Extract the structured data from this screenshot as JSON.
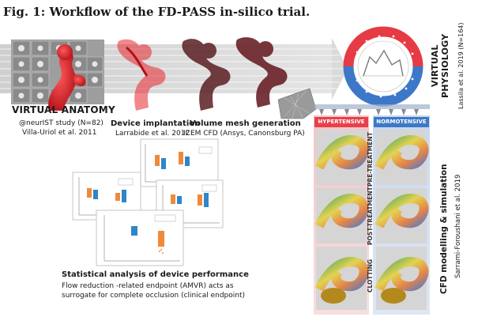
{
  "figure": {
    "title": "Fig. 1: Workflow of the FD-PASS in-silico trial."
  },
  "anatomy": {
    "heading": "VIRTUAL ANATOMY",
    "source": "@neurIST study (N=82)",
    "ref": "Villa-Uriol et al. 2011"
  },
  "implant": {
    "heading": "Device implantation",
    "ref": "Larrabide et al. 2012"
  },
  "mesh": {
    "heading": "Volume mesh generation",
    "ref": "ICEM CFD (Ansys, Canonsburg PA)"
  },
  "physiology": {
    "heading_line1": "VIRTUAL",
    "heading_line2": "PHYSIOLOGY",
    "ref": "Lassila et al. 2019 (N=164)"
  },
  "cfd": {
    "heading": "CFD modelling & simulation",
    "ref": "Sarrami-Foroushani et al. 2019",
    "conditions": [
      "HYPERTENSIVE",
      "NORMOTENSIVE"
    ],
    "stages": [
      "PRE-TREATMENT",
      "POST-TREATMENT",
      "CLOTTING"
    ]
  },
  "stats": {
    "heading": "Statistical analysis of device performance",
    "line1": "Flow reduction -related endpoint (AMVR) acts as",
    "line2": "surrogate for complete occlusion (clinical endpoint)"
  },
  "colors": {
    "hypertensive": "#e8404a",
    "normotensive": "#3d78c8",
    "vessel_red": "#d8202a",
    "vessel_dark": "#5a1e22",
    "box_orange": "#f08a3a",
    "box_blue": "#2e86c8"
  }
}
